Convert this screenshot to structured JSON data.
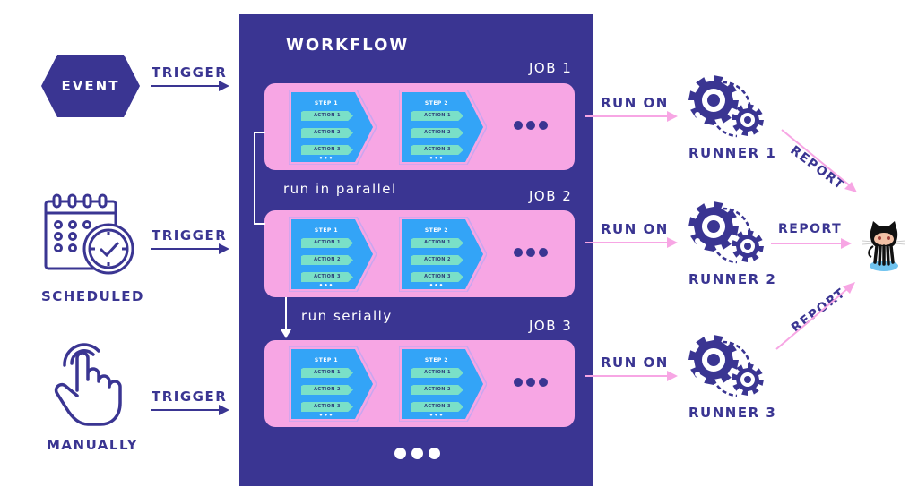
{
  "colors": {
    "primary": "#3a3592",
    "job_background": "#f7a6e4",
    "step_background": "#33a4f7",
    "action_background": "#7ae0c8",
    "connector_pink": "#f7a6e4",
    "white": "#ffffff"
  },
  "triggers": [
    {
      "name": "EVENT",
      "icon": "hexagon-icon",
      "arrow_label": "TRIGGER"
    },
    {
      "name": "SCHEDULED",
      "icon": "calendar-clock-icon",
      "arrow_label": "TRIGGER"
    },
    {
      "name": "MANUALLY",
      "icon": "hand-tap-icon",
      "arrow_label": "TRIGGER"
    }
  ],
  "workflow": {
    "title": "WORKFLOW",
    "more": "•••",
    "jobs": [
      {
        "label": "JOB 1",
        "steps": [
          {
            "title": "STEP 1",
            "actions": [
              "ACTION 1",
              "ACTION 2",
              "ACTION 3"
            ],
            "more": "•••"
          },
          {
            "title": "STEP 2",
            "actions": [
              "ACTION 1",
              "ACTION 2",
              "ACTION 3"
            ],
            "more": "•••"
          }
        ]
      },
      {
        "label": "JOB 2",
        "steps": [
          {
            "title": "STEP 1",
            "actions": [
              "ACTION 1",
              "ACTION 2",
              "ACTION 3"
            ],
            "more": "•••"
          },
          {
            "title": "STEP 2",
            "actions": [
              "ACTION 1",
              "ACTION 2",
              "ACTION 3"
            ],
            "more": "•••"
          }
        ]
      },
      {
        "label": "JOB 3",
        "steps": [
          {
            "title": "STEP 1",
            "actions": [
              "ACTION 1",
              "ACTION 2",
              "ACTION 3"
            ],
            "more": "•••"
          },
          {
            "title": "STEP 2",
            "actions": [
              "ACTION 1",
              "ACTION 2",
              "ACTION 3"
            ],
            "more": "•••"
          }
        ]
      }
    ],
    "parallel_label": "run in parallel",
    "serial_label": "run serially"
  },
  "runners": [
    {
      "name": "RUNNER 1",
      "arrow_label": "RUN ON",
      "report_label": "REPORT"
    },
    {
      "name": "RUNNER 2",
      "arrow_label": "RUN ON",
      "report_label": "REPORT"
    },
    {
      "name": "RUNNER 3",
      "arrow_label": "RUN ON",
      "report_label": "REPORT"
    }
  ],
  "destination": {
    "icon": "github-octocat-icon"
  },
  "trigger_icon_text": "EVENT"
}
